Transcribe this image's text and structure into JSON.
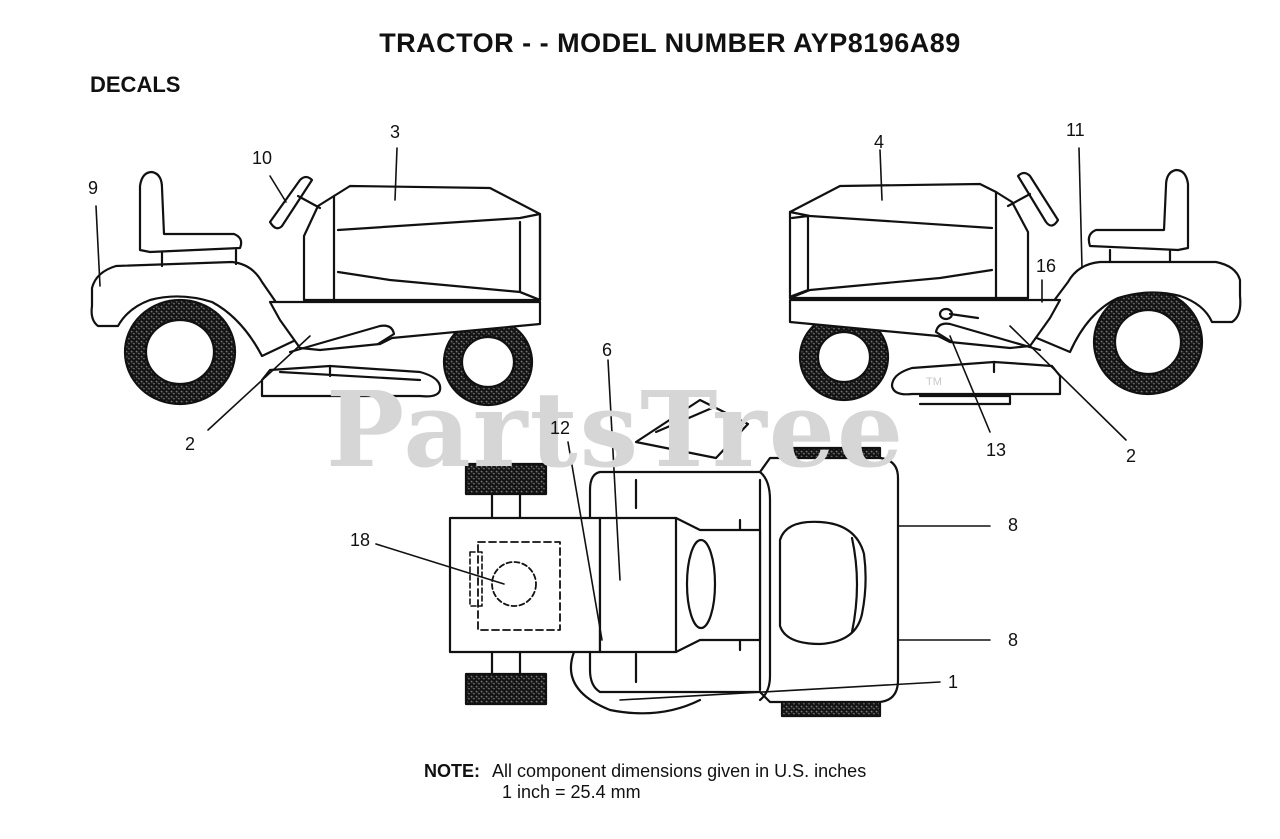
{
  "header": {
    "title": "TRACTOR - - MODEL NUMBER AYP8196A89",
    "subtitle": "DECALS"
  },
  "watermark": {
    "text": "PartsTree",
    "tm": "TM"
  },
  "callouts": {
    "c1": "1",
    "c2_left": "2",
    "c2_right": "2",
    "c3": "3",
    "c4": "4",
    "c6": "6",
    "c8_top": "8",
    "c8_bottom": "8",
    "c9": "9",
    "c10": "10",
    "c11": "11",
    "c12": "12",
    "c13": "13",
    "c16": "16",
    "c18": "18"
  },
  "note": {
    "label": "NOTE:",
    "line1": "All component dimensions given in U.S. inches",
    "line2": "1 inch = 25.4 mm"
  }
}
